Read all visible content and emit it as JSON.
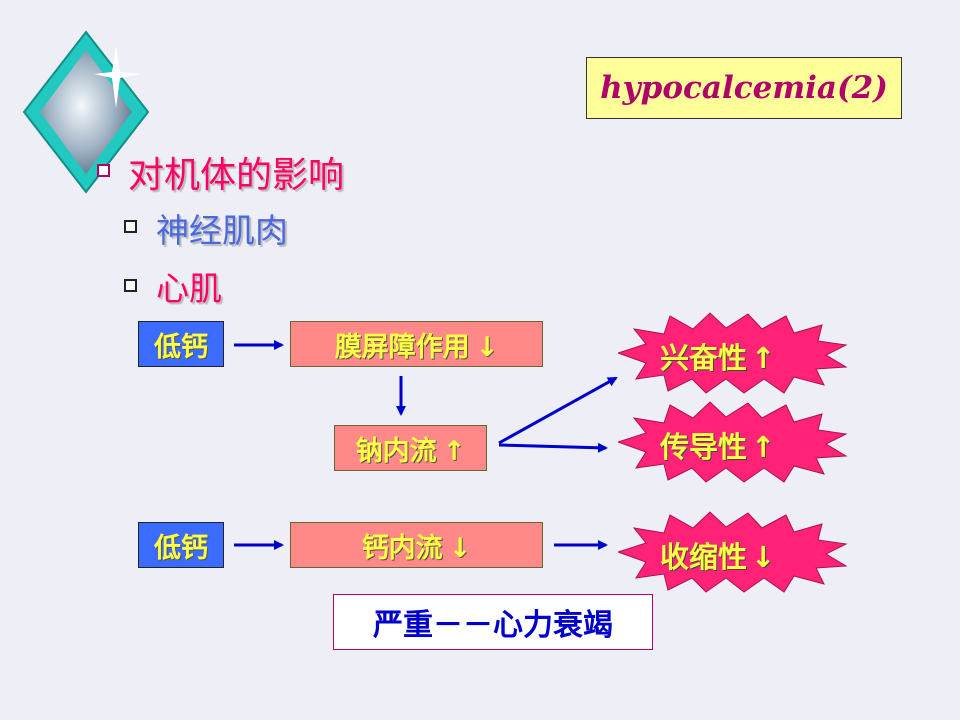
{
  "title": "hypocalcemia(2)",
  "heading": "对机体的影响",
  "subitems": [
    "神经肌肉",
    "心肌"
  ],
  "flow1": {
    "source": "低钙",
    "step": "膜屏障作用",
    "step_arrow": "↓",
    "mid": "钠内流",
    "mid_arrow": "↑"
  },
  "flow2": {
    "source": "低钙",
    "step": "钙内流",
    "step_arrow": "↓"
  },
  "stars": [
    {
      "label": "兴奋性",
      "arrow": "↑"
    },
    {
      "label": "传导性",
      "arrow": "↑"
    },
    {
      "label": "收缩性",
      "arrow": "↓"
    }
  ],
  "conclusion": "严重－－心力衰竭",
  "colors": {
    "accent_pink": "#ff0066",
    "blue_box": "#3b6bff",
    "pink_box": "#ff8888",
    "star_fill": "#ff2277",
    "arrow": "#0000cc",
    "label_yellow": "#ffff44"
  }
}
